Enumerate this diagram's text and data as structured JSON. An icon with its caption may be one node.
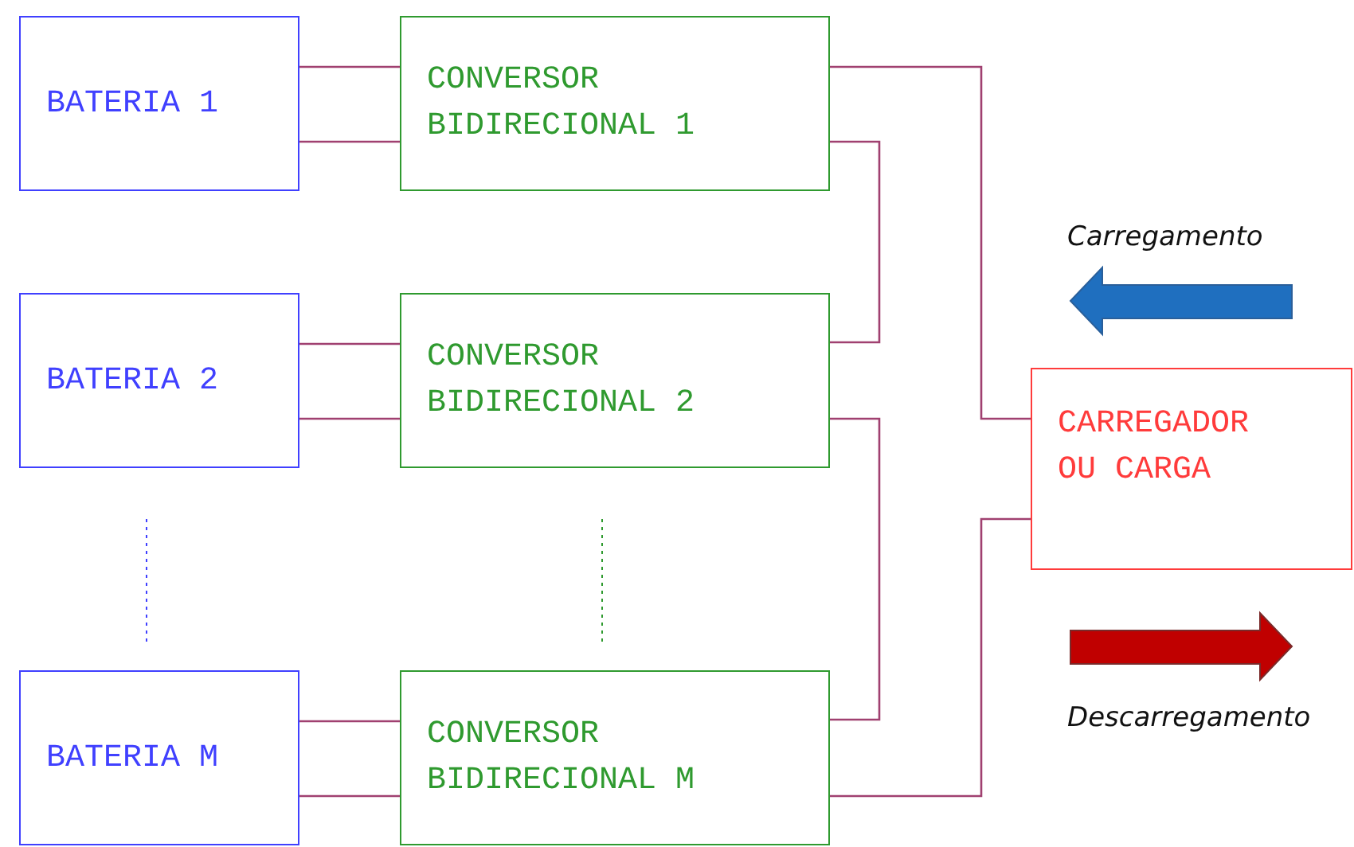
{
  "diagram": {
    "nodes": [
      {
        "text": [
          "BATERIA 1"
        ]
      },
      {
        "text": [
          "CONVERSOR BIDIRECIONAL 1"
        ]
      },
      {
        "text": [
          "BATERIA 2"
        ]
      },
      {
        "text": [
          "CONVERSOR BIDIRECIONAL 2"
        ]
      },
      {
        "text": [
          "BATERIA M"
        ]
      },
      {
        "text": [
          "CONVERSOR BIDIRECIONAL M"
        ]
      },
      {
        "text": [
          "CARREGADOR OU CARGA"
        ]
      }
    ],
    "edges": [
      {
        "from": 0,
        "to": 1,
        "arrow": "none"
      },
      {
        "from": 0,
        "to": 1,
        "arrow": "none"
      },
      {
        "from": 2,
        "to": 3,
        "arrow": "none"
      },
      {
        "from": 2,
        "to": 3,
        "arrow": "none"
      },
      {
        "from": 4,
        "to": 5,
        "arrow": "none"
      },
      {
        "from": 4,
        "to": 5,
        "arrow": "none"
      },
      {
        "from": 1,
        "to": 6,
        "arrow": "none"
      },
      {
        "from": 1,
        "to": 3,
        "arrow": "none"
      },
      {
        "from": 3,
        "to": 5,
        "arrow": "none"
      },
      {
        "from": 5,
        "to": 6,
        "arrow": "none"
      }
    ],
    "labels": [
      "Carregamento",
      "Descarregamento"
    ]
  }
}
